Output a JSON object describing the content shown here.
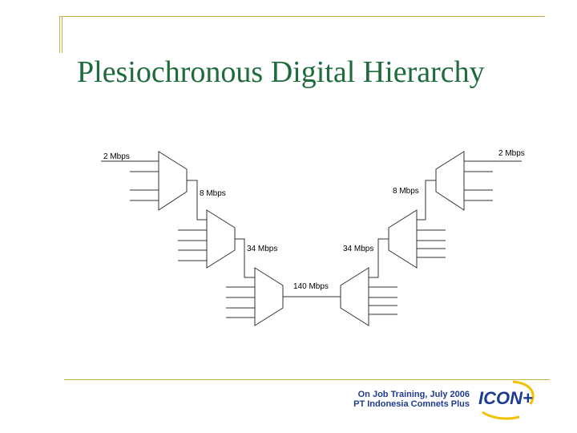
{
  "slide": {
    "title": "Plesiochronous Digital Hierarchy"
  },
  "diagram": {
    "labels": {
      "left_2": "2 Mbps",
      "left_8": "8 Mbps",
      "left_34": "34 Mbps",
      "center_140": "140 Mbps",
      "right_34": "34 Mbps",
      "right_8": "8 Mbps",
      "right_2": "2 Mbps"
    }
  },
  "footer": {
    "line1": "On Job Training, July 2006",
    "line2": "PT Indonesia Comnets Plus"
  },
  "logo": {
    "text": "ICON+",
    "colors": {
      "primary": "#1f3b8f",
      "accent": "#f2c200"
    }
  }
}
